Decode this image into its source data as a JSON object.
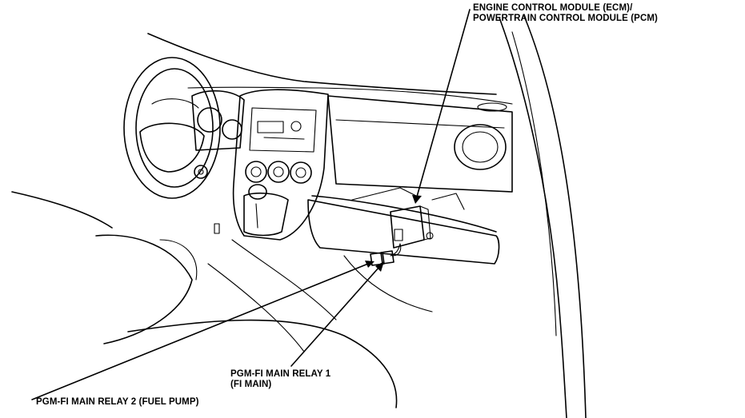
{
  "callouts": {
    "ecm": {
      "line1": "ENGINE CONTROL MODULE (ECM)/",
      "line2": "POWERTRAIN CONTROL MODULE (PCM)"
    },
    "relay1": {
      "line1": "PGM-FI MAIN RELAY 1",
      "line2": "(FI MAIN)"
    },
    "relay2": {
      "line1": "PGM-FI MAIN RELAY 2 (FUEL PUMP)"
    }
  },
  "colors": {
    "line": "#000000",
    "background": "#ffffff"
  }
}
